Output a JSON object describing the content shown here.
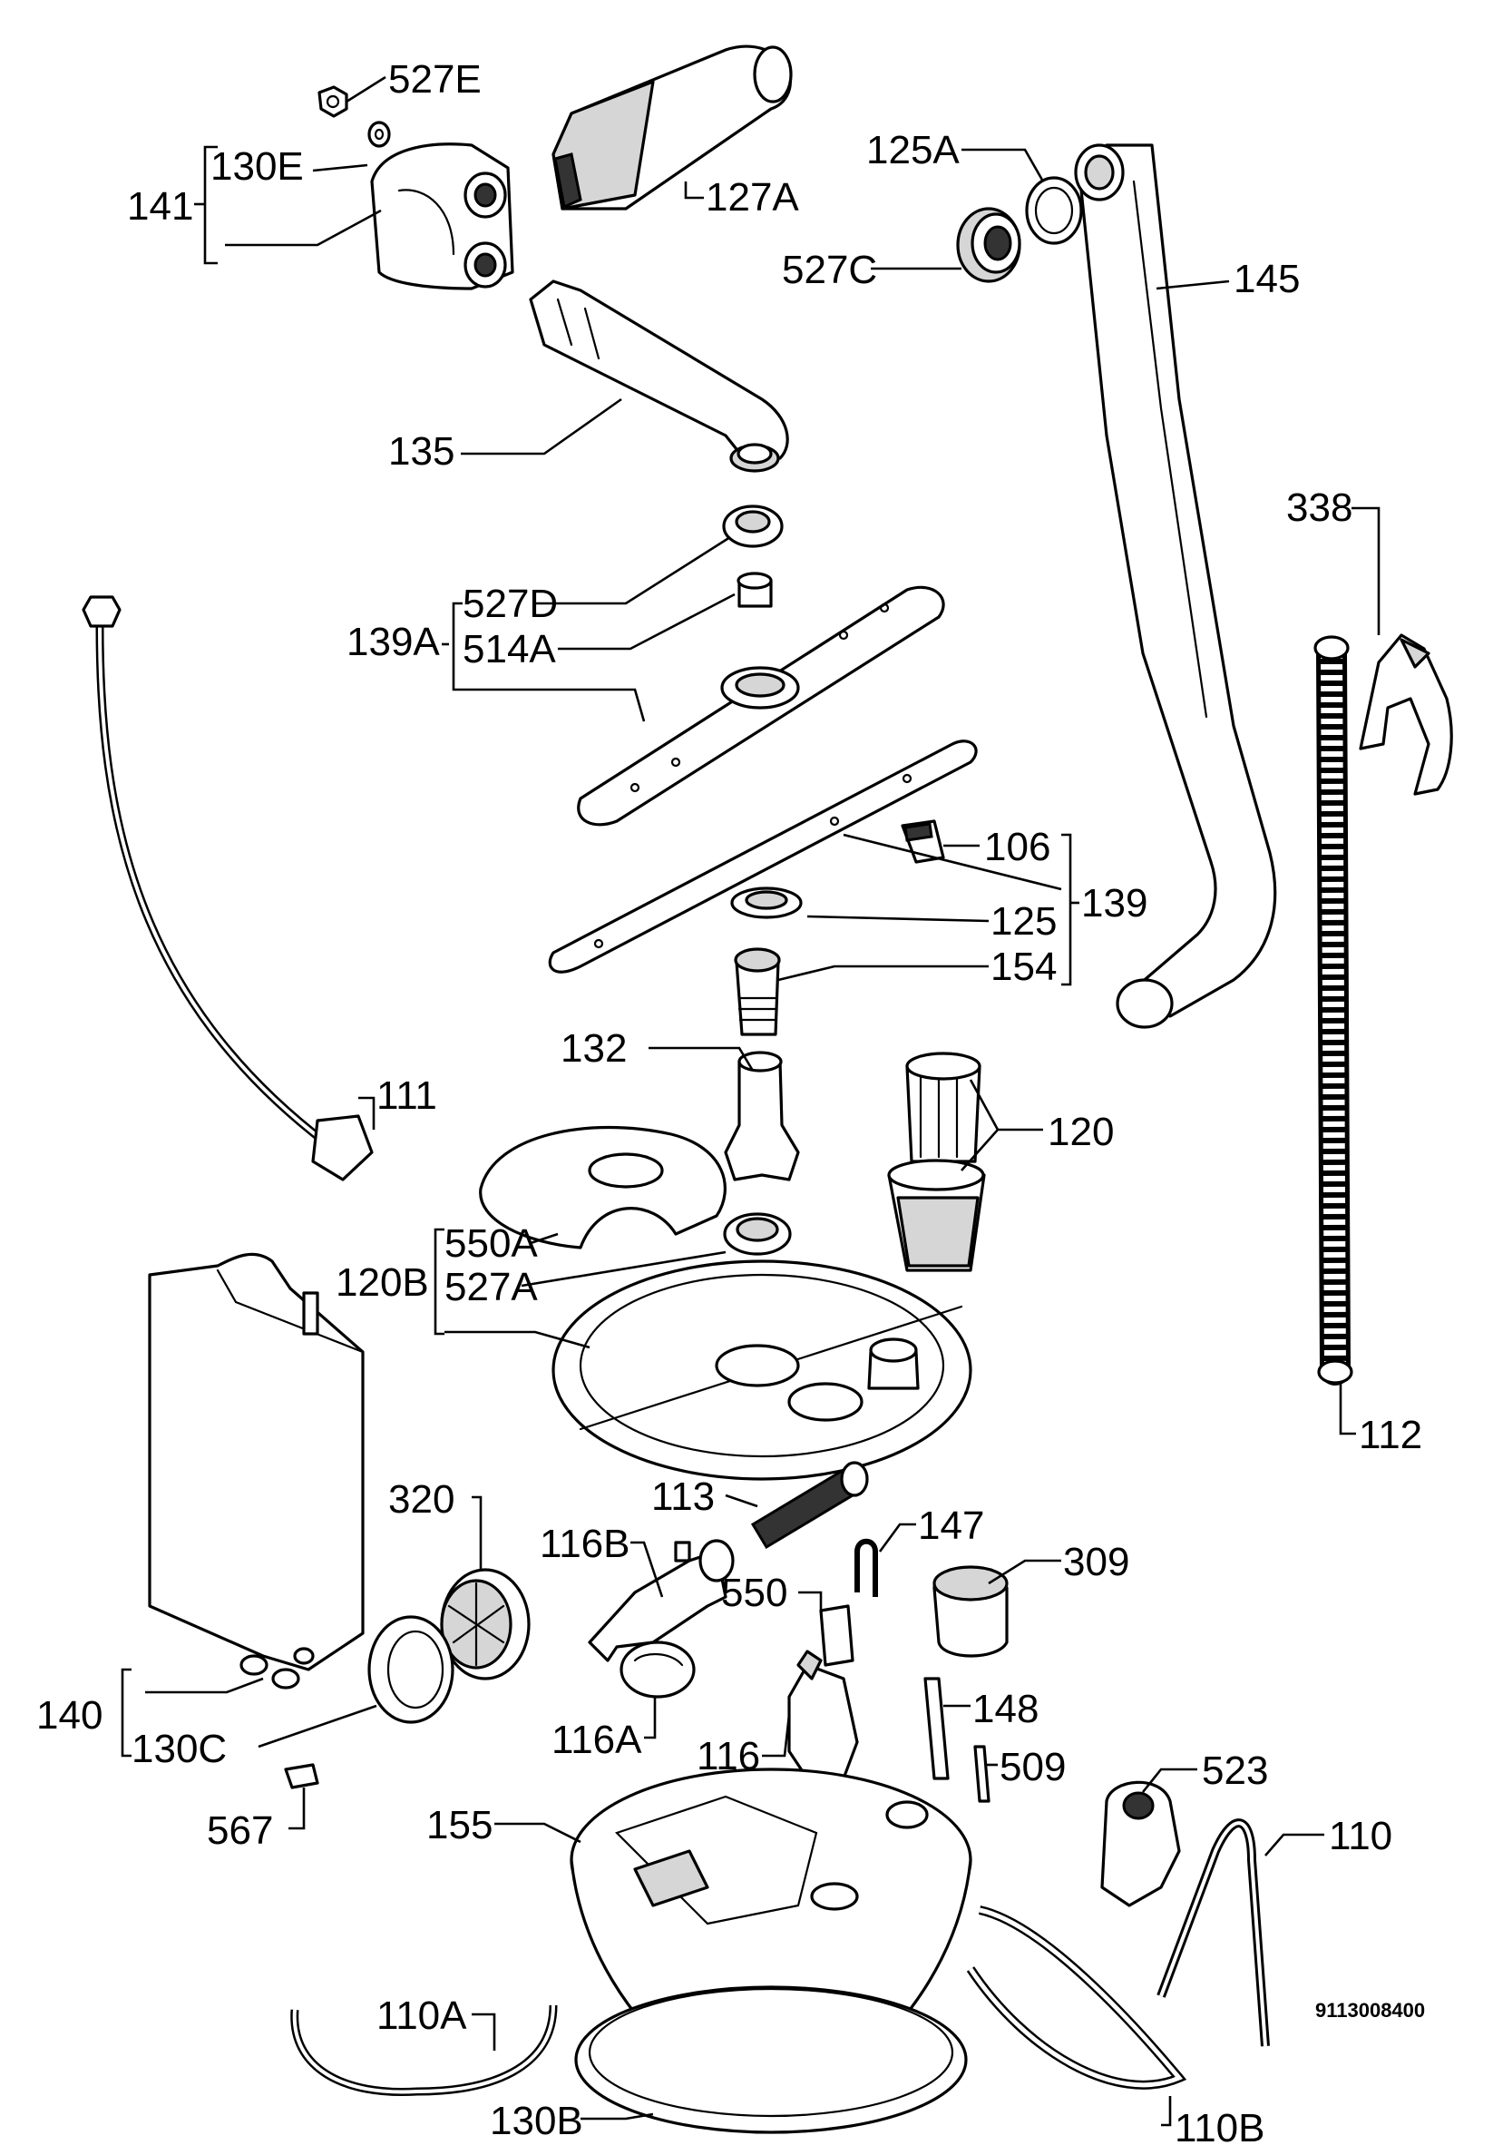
{
  "doc_code": "9113008400",
  "labels": {
    "p527e": "527E",
    "p130e": "130E",
    "p141": "141",
    "p127a": "127A",
    "p125a": "125A",
    "p527c": "527C",
    "p145": "145",
    "p135": "135",
    "p338": "338",
    "p139a": "139A",
    "p527d": "527D",
    "p514a": "514A",
    "p106": "106",
    "p139": "139",
    "p125": "125",
    "p154": "154",
    "p111": "111",
    "p132": "132",
    "p120": "120",
    "p120b": "120B",
    "p550a": "550A",
    "p527a": "527A",
    "p112": "112",
    "p320": "320",
    "p113": "113",
    "p116b": "116B",
    "p147": "147",
    "p309": "309",
    "p550": "550",
    "p140": "140",
    "p130c": "130C",
    "p116a": "116A",
    "p116": "116",
    "p148": "148",
    "p509": "509",
    "p523": "523",
    "p567": "567",
    "p155": "155",
    "p110": "110",
    "p110a": "110A",
    "p130b": "130B",
    "p110b": "110B"
  }
}
